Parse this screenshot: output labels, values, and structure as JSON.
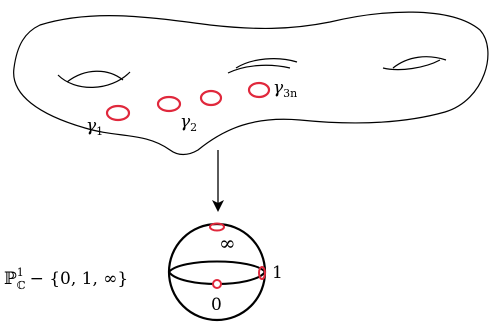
{
  "labels": {
    "gamma_1_base": "γ",
    "gamma_1_sub": "1",
    "gamma_2_base": "γ",
    "gamma_2_sub": "2",
    "gamma_3n_base": "γ",
    "gamma_3n_sub": "3n",
    "infinity": "∞",
    "one": "1",
    "zero": "0",
    "projective_base": "ℙ",
    "projective_sup": "1",
    "projective_sub": "ℂ",
    "projective_rest": "− {0, 1, ∞}"
  },
  "colors": {
    "curve": "#e0283c",
    "stroke": "#000000"
  }
}
